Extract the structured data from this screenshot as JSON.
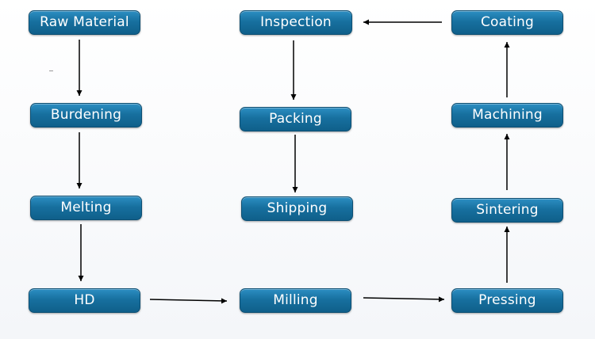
{
  "diagram": {
    "nodes": {
      "raw_material": "Raw Material",
      "burdening": "Burdening",
      "melting": "Melting",
      "hd": "HD",
      "milling": "Milling",
      "pressing": "Pressing",
      "sintering": "Sintering",
      "machining": "Machining",
      "coating": "Coating",
      "inspection": "Inspection",
      "packing": "Packing",
      "shipping": "Shipping"
    },
    "colors": {
      "node_fill": "#1a73a5",
      "node_border": "#0d4f73",
      "node_text": "#ffffff",
      "arrow": "#000000"
    }
  }
}
